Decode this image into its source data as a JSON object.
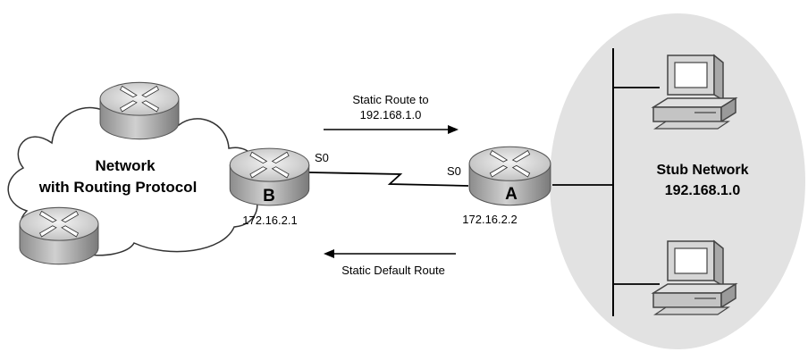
{
  "cloud": {
    "label_line1": "Network",
    "label_line2": "with Routing Protocol"
  },
  "router_b": {
    "letter": "B",
    "interface": "S0",
    "ip": "172.16.2.1"
  },
  "router_a": {
    "letter": "A",
    "interface": "S0",
    "ip": "172.16.2.2"
  },
  "static_route": {
    "line1": "Static Route to",
    "line2": "192.168.1.0"
  },
  "default_route": {
    "label": "Static Default Route"
  },
  "stub": {
    "label_line1": "Stub Network",
    "label_line2": "192.168.1.0"
  },
  "colors": {
    "router_top": "#d9d9d9",
    "router_side": "#9a9a9a",
    "stub_fill": "#e2e2e2",
    "computer": "#c8c8c8"
  }
}
